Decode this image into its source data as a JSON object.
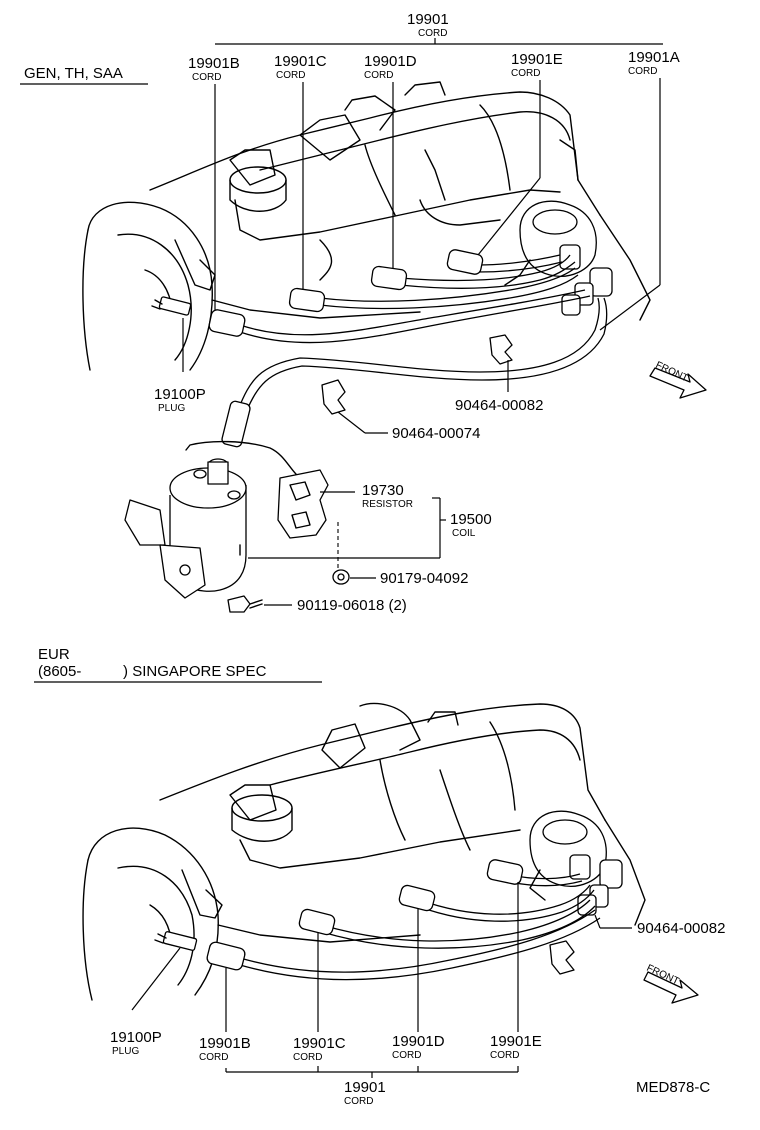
{
  "section_top": {
    "header": "GEN, TH, SAA",
    "cord_set": {
      "part_no": "19901",
      "label": "CORD"
    },
    "cords": [
      {
        "part_no": "19901B",
        "label": "CORD"
      },
      {
        "part_no": "19901C",
        "label": "CORD"
      },
      {
        "part_no": "19901D",
        "label": "CORD"
      },
      {
        "part_no": "19901E",
        "label": "CORD"
      },
      {
        "part_no": "19901A",
        "label": "CORD"
      }
    ],
    "plug": {
      "part_no": "19100P",
      "label": "PLUG"
    },
    "clamp_1": {
      "part_no": "90464-00082"
    },
    "clamp_2": {
      "part_no": "90464-00074"
    },
    "resistor": {
      "part_no": "19730",
      "label": "RESISTOR"
    },
    "coil": {
      "part_no": "19500",
      "label": "COIL"
    },
    "nut": {
      "part_no": "90179-04092"
    },
    "bolt": {
      "part_no": "90119-06018 (2)"
    },
    "front_label": "FRONT"
  },
  "section_bottom": {
    "header_line1": "EUR",
    "header_line2": "(8605-          ) SINGAPORE SPEC",
    "clamp": {
      "part_no": "90464-00082"
    },
    "front_label": "FRONT",
    "plug": {
      "part_no": "19100P",
      "label": "PLUG"
    },
    "cords": [
      {
        "part_no": "19901B",
        "label": "CORD"
      },
      {
        "part_no": "19901C",
        "label": "CORD"
      },
      {
        "part_no": "19901D",
        "label": "CORD"
      },
      {
        "part_no": "19901E",
        "label": "CORD"
      }
    ],
    "cord_set": {
      "part_no": "19901",
      "label": "CORD"
    }
  },
  "drawing_code": "MED878-C"
}
